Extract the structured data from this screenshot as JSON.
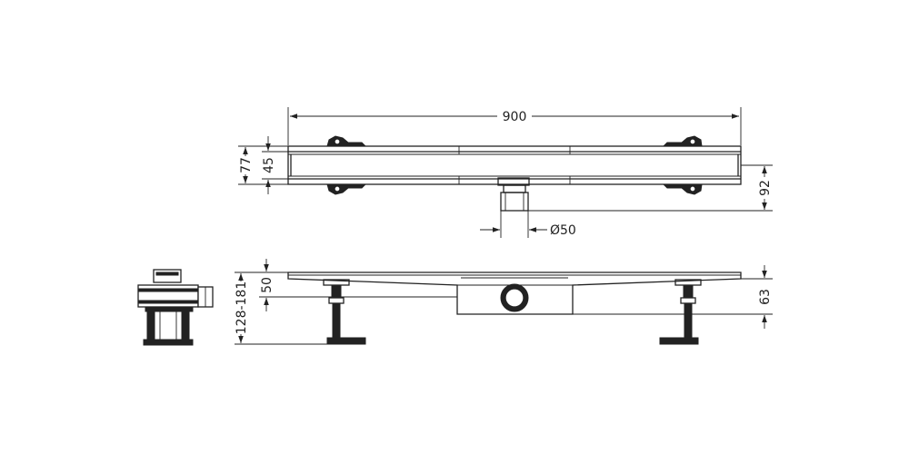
{
  "dimensions": {
    "length": "900",
    "height_outer": "77",
    "height_inner": "45",
    "height_right": "92",
    "outlet_diameter": "Ø50",
    "side_height_range": "128-181",
    "side_top": "50",
    "side_right": "63"
  },
  "colors": {
    "line": "#222222",
    "background": "#ffffff"
  }
}
